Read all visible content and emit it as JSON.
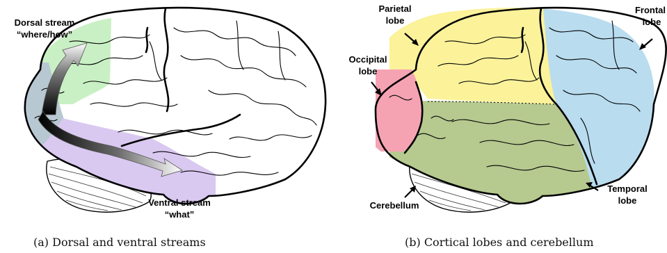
{
  "panel_a": {
    "caption": "(a)  Dorsal and ventral streams",
    "dorsal_label": [
      "Dorsal stream",
      "“where/how”"
    ],
    "ventral_label": [
      "Ventral stream",
      "“what”"
    ],
    "colors": {
      "dorsal": "#c9f0c4",
      "occipital": "#b8c8d2",
      "ventral": "#d9c8f0"
    }
  },
  "panel_b": {
    "caption": "(b)  Cortical lobes and cerebellum",
    "parietal_label": [
      "Parietal",
      "lobe"
    ],
    "frontal_label": [
      "Frontal",
      "lobe"
    ],
    "occipital_label": [
      "Occipital",
      "lobe"
    ],
    "temporal_label": [
      "Temporal",
      "lobe"
    ],
    "cerebellum_label": "Cerebellum",
    "colors": {
      "frontal": "#b9dcef",
      "parietal": "#fbf29a",
      "occipital": "#f5a3b3",
      "temporal": "#b6c98f"
    }
  }
}
